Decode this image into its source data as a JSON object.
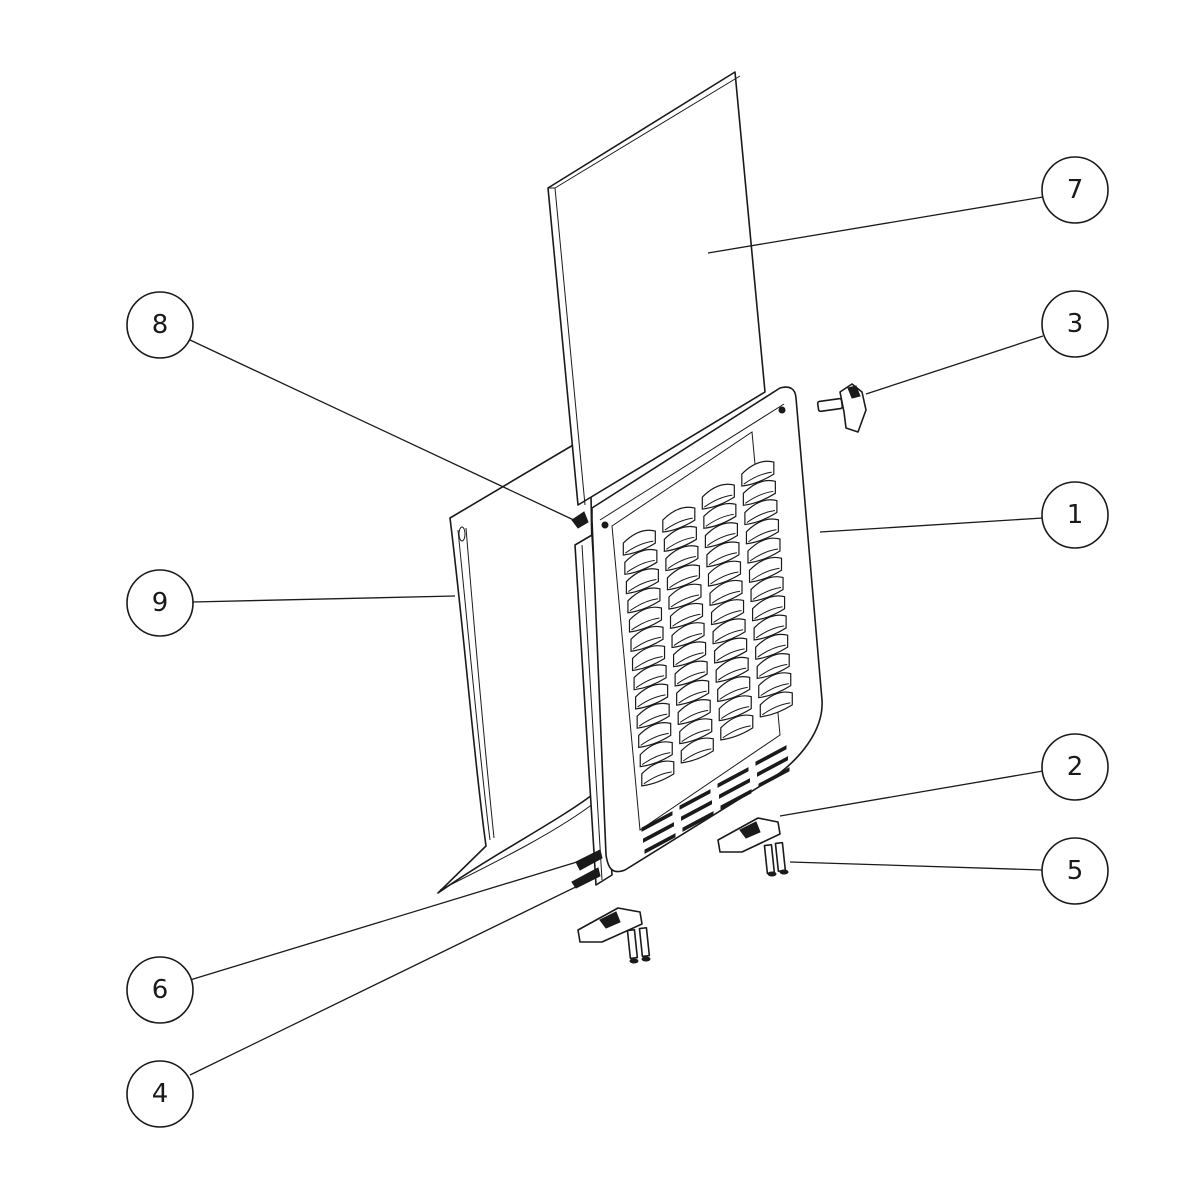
{
  "diagram": {
    "balloons": [
      {
        "id": "7",
        "label": "7"
      },
      {
        "id": "8",
        "label": "8"
      },
      {
        "id": "3",
        "label": "3"
      },
      {
        "id": "1",
        "label": "1"
      },
      {
        "id": "9",
        "label": "9"
      },
      {
        "id": "2",
        "label": "2"
      },
      {
        "id": "5",
        "label": "5"
      },
      {
        "id": "6",
        "label": "6"
      },
      {
        "id": "4",
        "label": "4"
      }
    ],
    "parts": [
      {
        "name": "louvered-grille-panel",
        "balloon": "1"
      },
      {
        "name": "bottom-latch-clips",
        "balloon": "2"
      },
      {
        "name": "wing-thumb-screw",
        "balloon": "3"
      },
      {
        "name": "side-seal-strip",
        "balloon": "4"
      },
      {
        "name": "clip-pins",
        "balloon": "5"
      },
      {
        "name": "lower-fastener",
        "balloon": "6"
      },
      {
        "name": "filter-pad",
        "balloon": "7"
      },
      {
        "name": "corner-screw",
        "balloon": "8"
      },
      {
        "name": "rear-backing-panel",
        "balloon": "9"
      }
    ]
  }
}
